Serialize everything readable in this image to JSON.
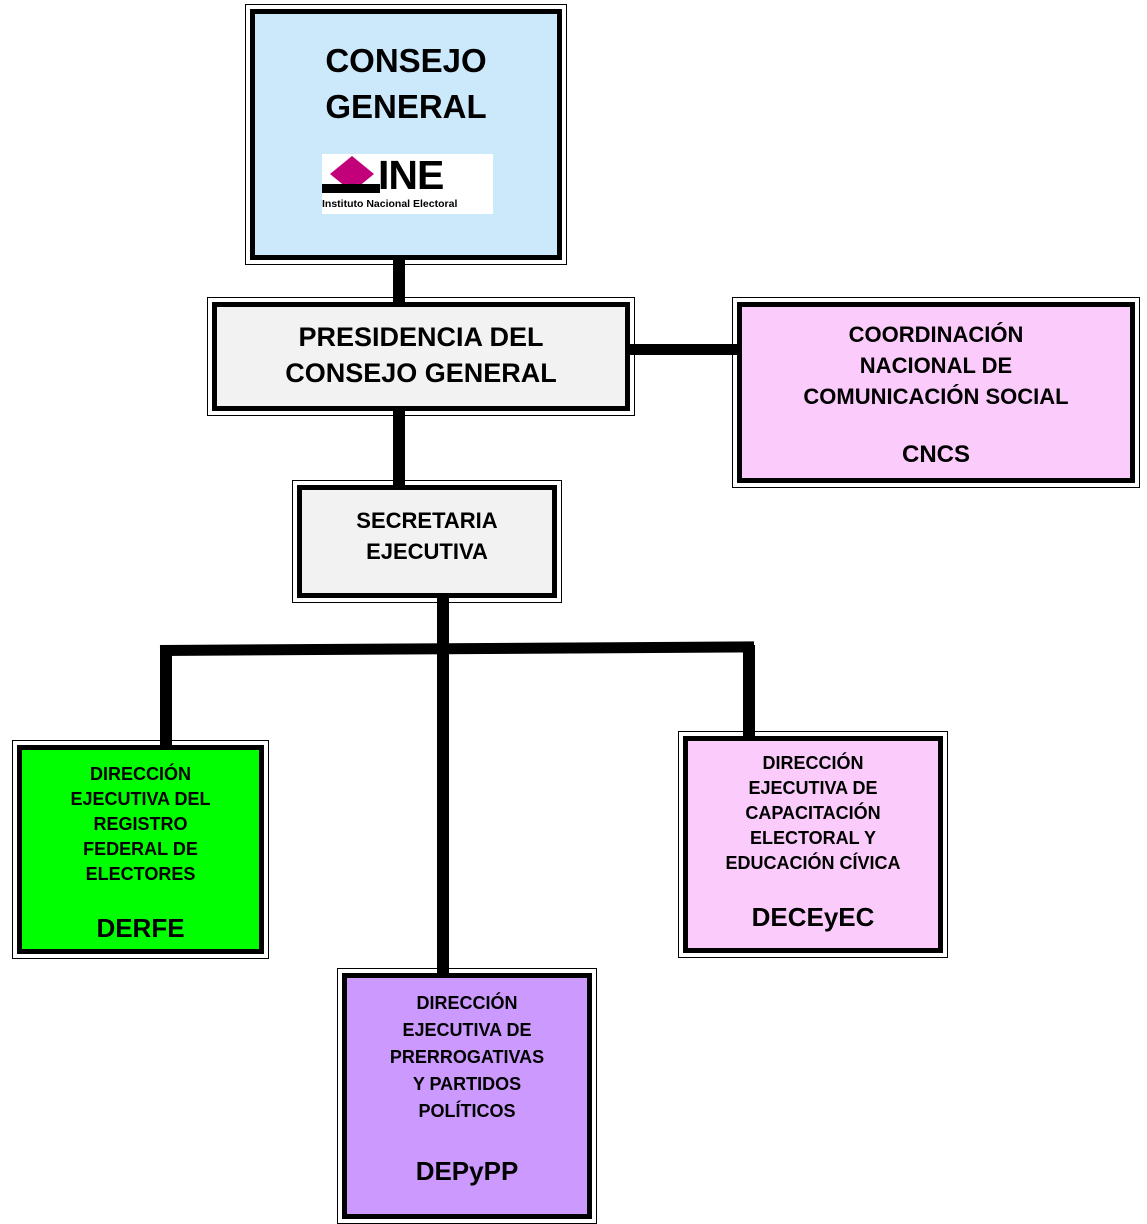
{
  "consejo": {
    "title": "CONSEJO\nGENERAL",
    "logo_text": "INE",
    "logo_subtitle": "Instituto Nacional Electoral",
    "fill": "#cce8fb"
  },
  "presidencia": {
    "title": "PRESIDENCIA DEL\nCONSEJO GENERAL",
    "fill": "#f2f2f2"
  },
  "cncs": {
    "title": "COORDINACIÓN\nNACIONAL DE\nCOMUNICACIÓN SOCIAL",
    "acronym": "CNCS",
    "fill": "#fbccfb"
  },
  "secretaria": {
    "title": "SECRETARIA\nEJECUTIVA",
    "fill": "#f2f2f2"
  },
  "derfe": {
    "title": "DIRECCIÓN\nEJECUTIVA DEL\nREGISTRO\nFEDERAL DE\nELECTORES",
    "acronym": "DERFE",
    "fill": "#00ff00"
  },
  "deceyec": {
    "title": "DIRECCIÓN\nEJECUTIVA DE\nCAPACITACIÓN\nELECTORAL Y\nEDUCACIÓN CÍVICA",
    "acronym": "DECEyEC",
    "fill": "#fbccfb"
  },
  "depypp": {
    "title": "DIRECCIÓN\nEJECUTIVA DE\nPRERROGATIVAS\nY PARTIDOS\nPOLÍTICOS",
    "acronym": "DEPyPP",
    "fill": "#cc99ff"
  },
  "colors": {
    "logo_magenta": "#c2007a",
    "line": "#000000"
  }
}
